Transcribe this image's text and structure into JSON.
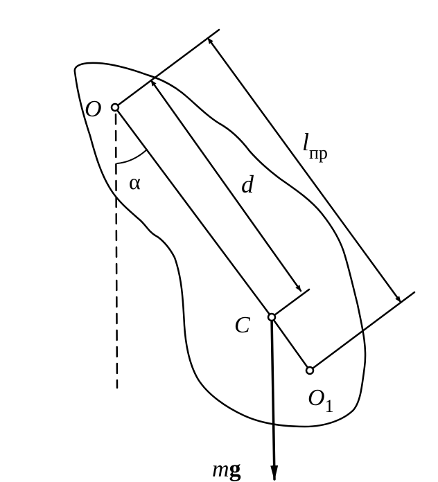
{
  "diagram": {
    "labels": {
      "pivot": "O",
      "center_of_mass": "C",
      "reduced_pivot": "O",
      "reduced_pivot_sub": "1",
      "angle": "α",
      "distance": "d",
      "reduced_length": "l",
      "reduced_length_sub": "пр",
      "force_m": "m",
      "force_g": "g"
    },
    "colors": {
      "ink": "#000000",
      "background": "#ffffff"
    }
  }
}
